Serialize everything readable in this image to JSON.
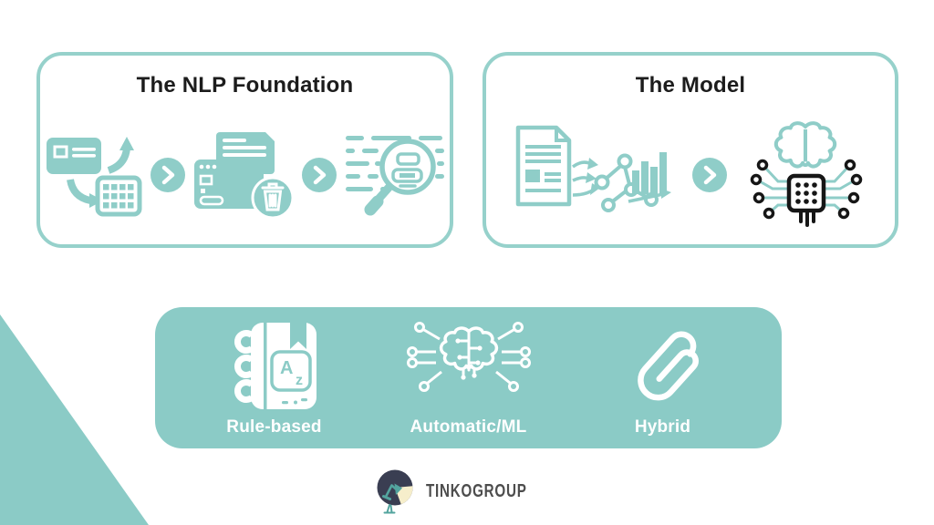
{
  "colors": {
    "teal_icons": "#8FCDC8",
    "teal_band": "#8BCBC6",
    "card_border": "#96D1CB",
    "title_text": "#1C1C1C",
    "chip_black": "#161616",
    "label_white": "#FFFFFF",
    "logo_navy": "#3A3E52",
    "logo_cream": "#F6EECB",
    "logo_lamp_teal": "#53A49E",
    "brand_text": "#4D4D4D"
  },
  "cards": [
    {
      "title": "The NLP Foundation",
      "steps": [
        "data-conversion",
        "data-cleaning",
        "text-analysis"
      ]
    },
    {
      "title": "The Model",
      "steps": [
        "feature-extraction",
        "ai-brain-chip"
      ]
    }
  ],
  "approaches": {
    "items": [
      {
        "label": "Rule-based",
        "icon": "dictionary-icon"
      },
      {
        "label": "Automatic/ML",
        "icon": "brain-network-icon"
      },
      {
        "label": "Hybrid",
        "icon": "paperclip-icon"
      }
    ]
  },
  "dictionary_icon": {
    "letter_a": "A",
    "letter_z": "z"
  },
  "footer": {
    "brand": "TINKOGROUP"
  }
}
